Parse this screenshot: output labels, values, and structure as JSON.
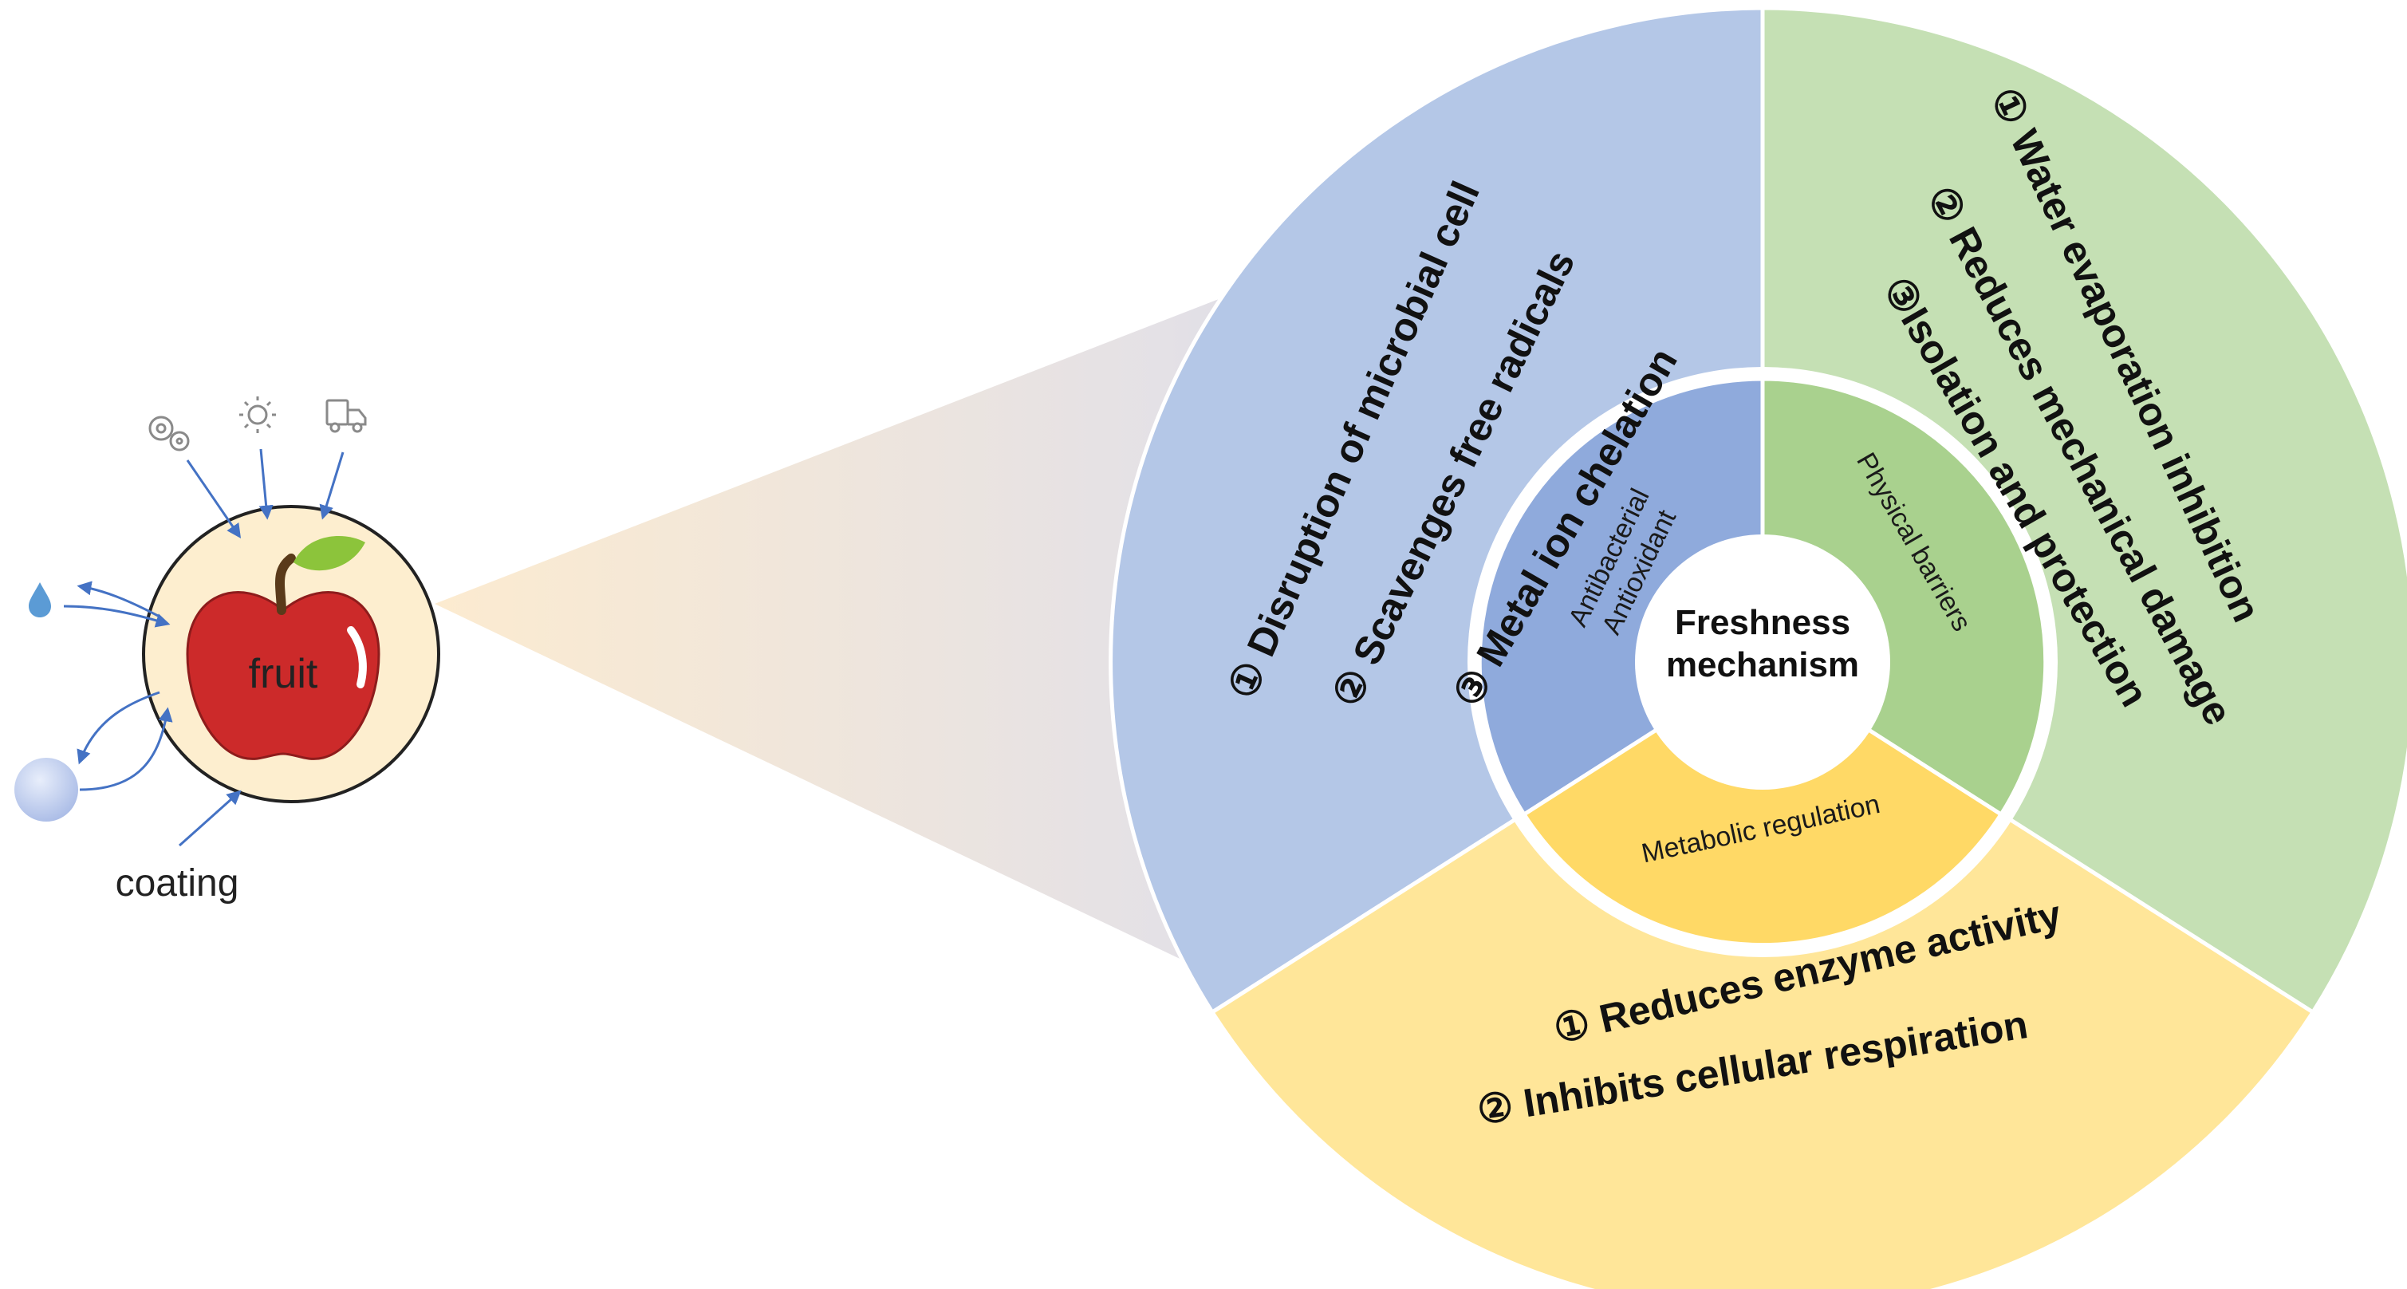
{
  "center": {
    "line1": "Freshness",
    "line2": "mechanism"
  },
  "inner_ring": {
    "antibacterial": {
      "line1": "Antibacterial",
      "line2": "Antioxidant"
    },
    "physical": "Physical barriers",
    "metabolic": "Metabolic regulation"
  },
  "outer_ring": {
    "blue_items": [
      "① Disruption of microbial cell",
      "② Scavenges free radicals",
      "③ Metal ion chelation"
    ],
    "green_items": [
      "① Water evaporation inhibition",
      "② Reduces mechanical damage",
      "③Isolation and protection"
    ],
    "yellow_items": [
      "① Reduces enzyme activity",
      "② Inhibits cellular respiration"
    ]
  },
  "fruit": {
    "label": "fruit",
    "coating_label": "coating"
  },
  "icons": [
    "microbe-icon",
    "sun-icon",
    "truck-icon",
    "water-drop-icon",
    "gas-molecule-icon"
  ],
  "colors": {
    "blue": "#b4c7e7",
    "blue_inner": "#8faadc",
    "green": "#c5e0b4",
    "green_inner": "#a9d18e",
    "yellow": "#ffe699",
    "yellow_inner": "#ffd966",
    "arrow": "#4472c4",
    "apple": "#cc2a2a",
    "fruit_bg": "#fdeecf"
  }
}
